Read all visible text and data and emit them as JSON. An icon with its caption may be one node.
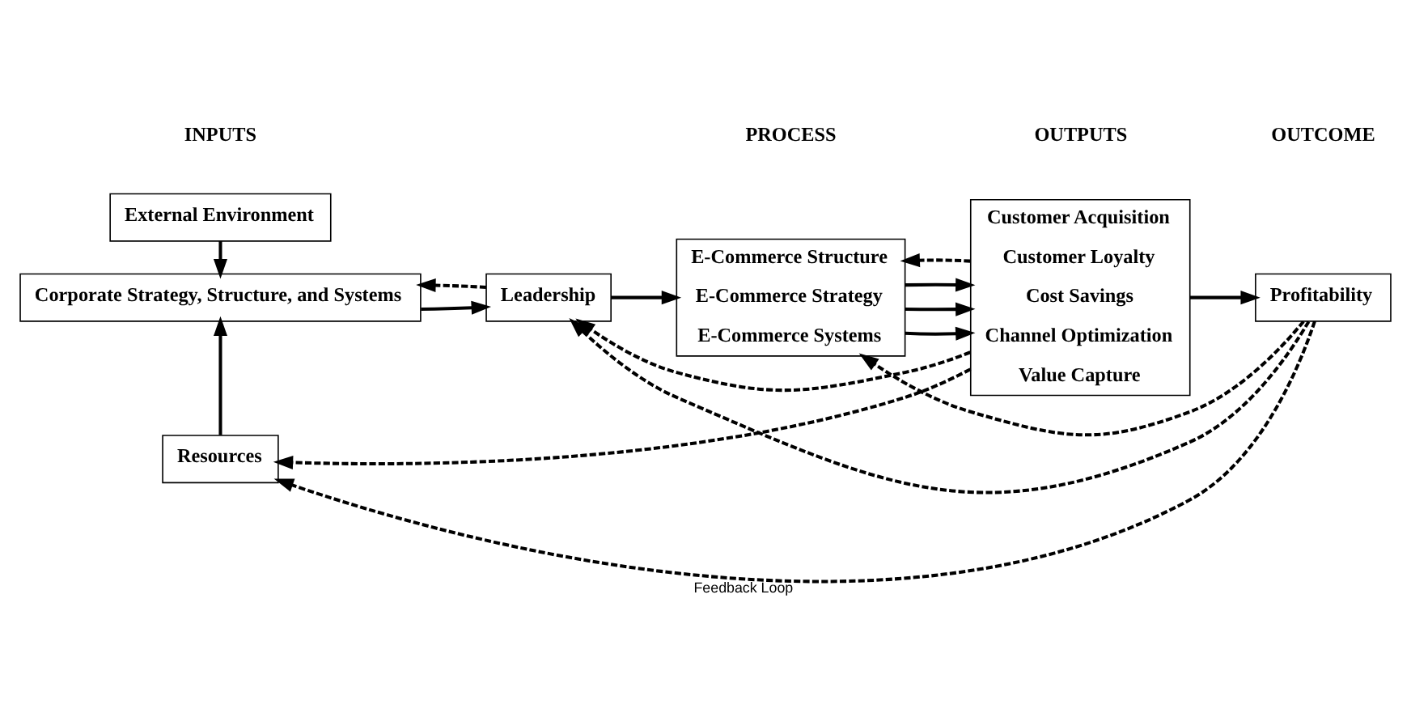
{
  "diagram": {
    "nodes": [
      {
        "text": [
          "External Environment"
        ]
      },
      {
        "text": [
          "Corporate Strategy, Structure, and Systems"
        ]
      },
      {
        "text": [
          "Leadership"
        ]
      },
      {
        "text": [
          "Resources"
        ]
      },
      {
        "text": [
          "E-Commerce Structure",
          "E-Commerce Strategy",
          "E-Commerce Systems"
        ]
      },
      {
        "text": [
          "Customer Acquisition",
          "Customer Loyalty",
          "Cost Savings",
          "Channel Optimization",
          "Value Capture"
        ]
      },
      {
        "text": [
          "Profitability"
        ]
      }
    ],
    "edges": [
      {
        "from": 0,
        "to": 1,
        "arrow": "to"
      },
      {
        "from": 3,
        "to": 1,
        "arrow": "to"
      },
      {
        "from": 1,
        "to": 2,
        "arrow": "to"
      },
      {
        "from": 2,
        "to": 4,
        "arrow": "to"
      },
      {
        "from": 4,
        "to": 5,
        "arrow": "to"
      },
      {
        "from": 4,
        "to": 5,
        "arrow": "to"
      },
      {
        "from": 4,
        "to": 5,
        "arrow": "to"
      },
      {
        "from": 5,
        "to": 6,
        "arrow": "to"
      },
      {
        "from": 2,
        "to": 1,
        "arrow": "to",
        "style": "dashed"
      },
      {
        "from": 6,
        "to": 3,
        "arrow": "to",
        "style": "dashed",
        "label": "Feedback Loop"
      },
      {
        "from": 6,
        "to": 4,
        "arrow": "to",
        "style": "dashed"
      },
      {
        "from": 6,
        "to": 2,
        "arrow": "to",
        "style": "dashed"
      },
      {
        "from": 5,
        "to": 3,
        "arrow": "to",
        "style": "dashed"
      },
      {
        "from": 5,
        "to": 4,
        "arrow": "to",
        "style": "dashed"
      },
      {
        "from": 5,
        "to": 2,
        "arrow": "to",
        "style": "dashed"
      }
    ],
    "labels": [
      "INPUTS",
      "PROCESS",
      "OUTPUTS",
      "OUTCOME"
    ]
  }
}
